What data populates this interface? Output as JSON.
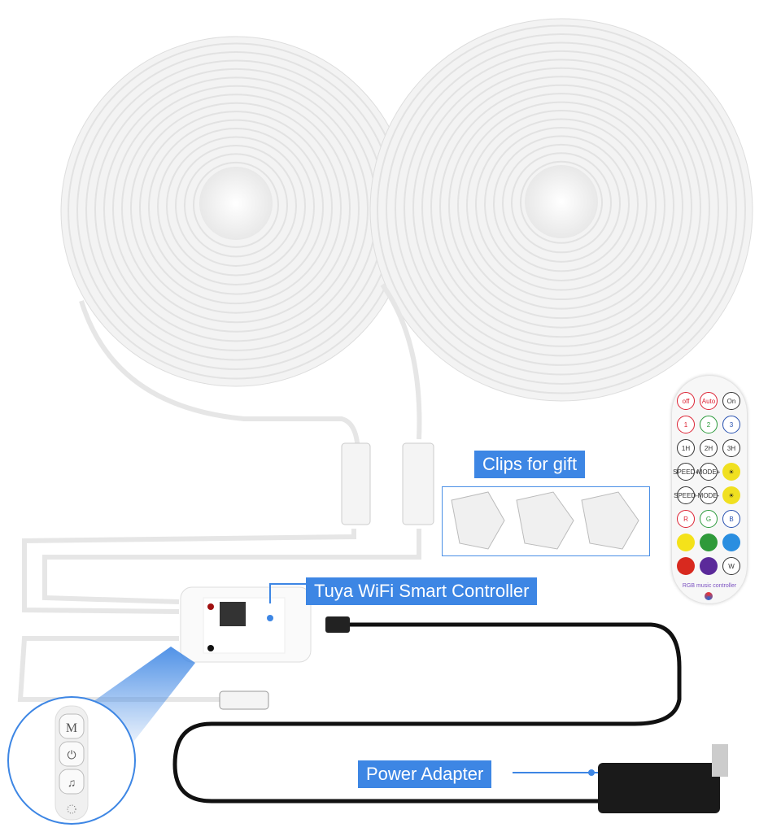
{
  "labels": {
    "clips": "Clips for gift",
    "controller": "Tuya WiFi Smart Controller",
    "adapter": "Power Adapter"
  },
  "remote": {
    "title": "RGB music controller",
    "buttons": [
      {
        "label": "off",
        "color": "#d23"
      },
      {
        "label": "Auto",
        "color": "#d23"
      },
      {
        "label": "On",
        "color": "#333"
      },
      {
        "label": "1",
        "color": "#d23"
      },
      {
        "label": "2",
        "color": "#2a9a3a"
      },
      {
        "label": "3",
        "color": "#2750b0"
      },
      {
        "label": "1H",
        "color": "#333"
      },
      {
        "label": "2H",
        "color": "#333"
      },
      {
        "label": "3H",
        "color": "#333"
      },
      {
        "label": "SPEED+",
        "color": "#333"
      },
      {
        "label": "MODE+",
        "color": "#333"
      },
      {
        "label": "bright-up",
        "color": "#f0e020",
        "fill": true
      },
      {
        "label": "SPEED-",
        "color": "#333"
      },
      {
        "label": "MODE-",
        "color": "#333"
      },
      {
        "label": "bright-down",
        "color": "#f0e020",
        "fill": true
      },
      {
        "label": "R",
        "color": "#d23"
      },
      {
        "label": "G",
        "color": "#2a9a3a"
      },
      {
        "label": "B",
        "color": "#2750b0"
      },
      {
        "label": "",
        "color": "#f4e21a",
        "fill": true
      },
      {
        "label": "",
        "color": "#2f9a3a",
        "fill": true
      },
      {
        "label": "",
        "color": "#2a8ee0",
        "fill": true
      },
      {
        "label": "",
        "color": "#d8291f",
        "fill": true
      },
      {
        "label": "",
        "color": "#5b2a9a",
        "fill": true
      },
      {
        "label": "W",
        "color": "#333"
      }
    ]
  },
  "inset_buttons": [
    "M",
    "power-icon",
    "music-note-icon"
  ],
  "inset_text": {
    "m": "M"
  },
  "colors": {
    "accent": "#3d86e4",
    "strip": "#f2f2f2",
    "cable": "#111111"
  }
}
